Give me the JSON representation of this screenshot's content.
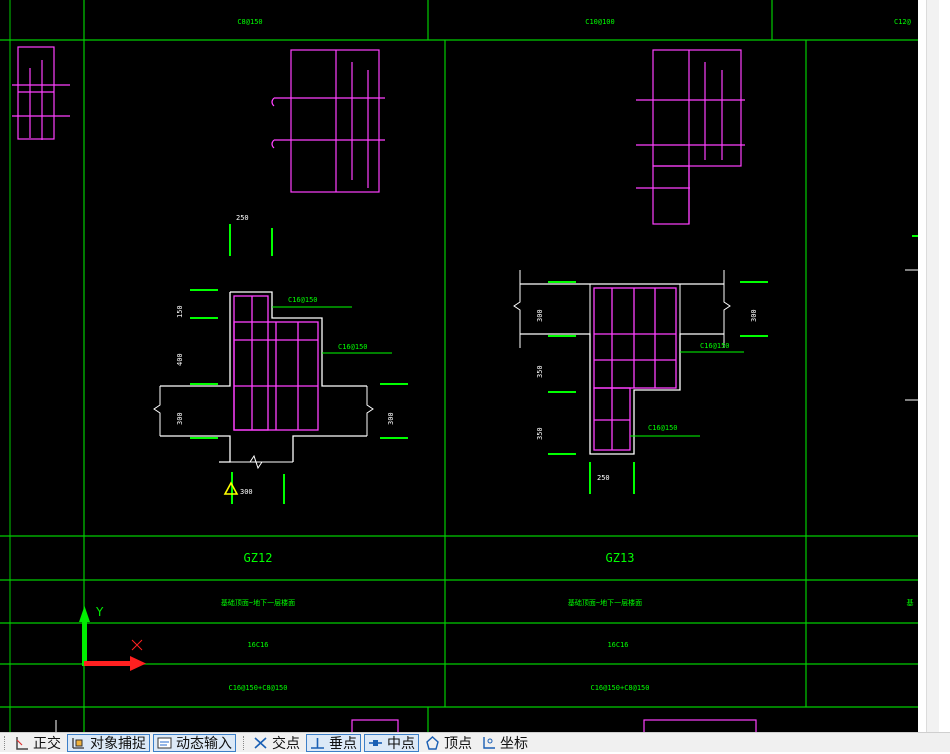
{
  "drawing": {
    "col_headers": [
      "C8@150",
      "C10@100",
      "C12@"
    ],
    "title_row": [
      "GZ12",
      "GZ13"
    ],
    "range_row": [
      "基础顶面~地下一层楼面",
      "基础顶面~地下一层楼面",
      "基"
    ],
    "bars_row": [
      "16C16",
      "16C16"
    ],
    "stirrup_row": [
      "C16@150+C8@150",
      "C16@150+C8@150"
    ],
    "gz12_labels": {
      "t250": "250",
      "t150": "150",
      "t400": "400",
      "l300": "300",
      "r300": "300",
      "b300": "300",
      "lead1": "C16@150",
      "lead2": "C16@150"
    },
    "gz13_labels": {
      "l300": "300",
      "r300": "300",
      "t350": "350",
      "b350": "350",
      "b250": "250",
      "lead1": "C16@150",
      "lead2": "C16@150"
    },
    "ucs": {
      "y": "Y",
      "x": "X"
    }
  },
  "statusbar": {
    "ortho": "正交",
    "osnap": "对象捕捉",
    "dyn": "动态输入",
    "intersect": "交点",
    "perp": "垂点",
    "mid": "中点",
    "vertex": "顶点",
    "coord": "坐标"
  },
  "colors": {
    "grid": "#00cc00",
    "rebar": "#ff40ff",
    "outline": "#ffffff",
    "dim": "#00ff00",
    "ucs_x": "#ff2020",
    "ucs_y": "#00ee00",
    "marker": "#ffff00"
  }
}
